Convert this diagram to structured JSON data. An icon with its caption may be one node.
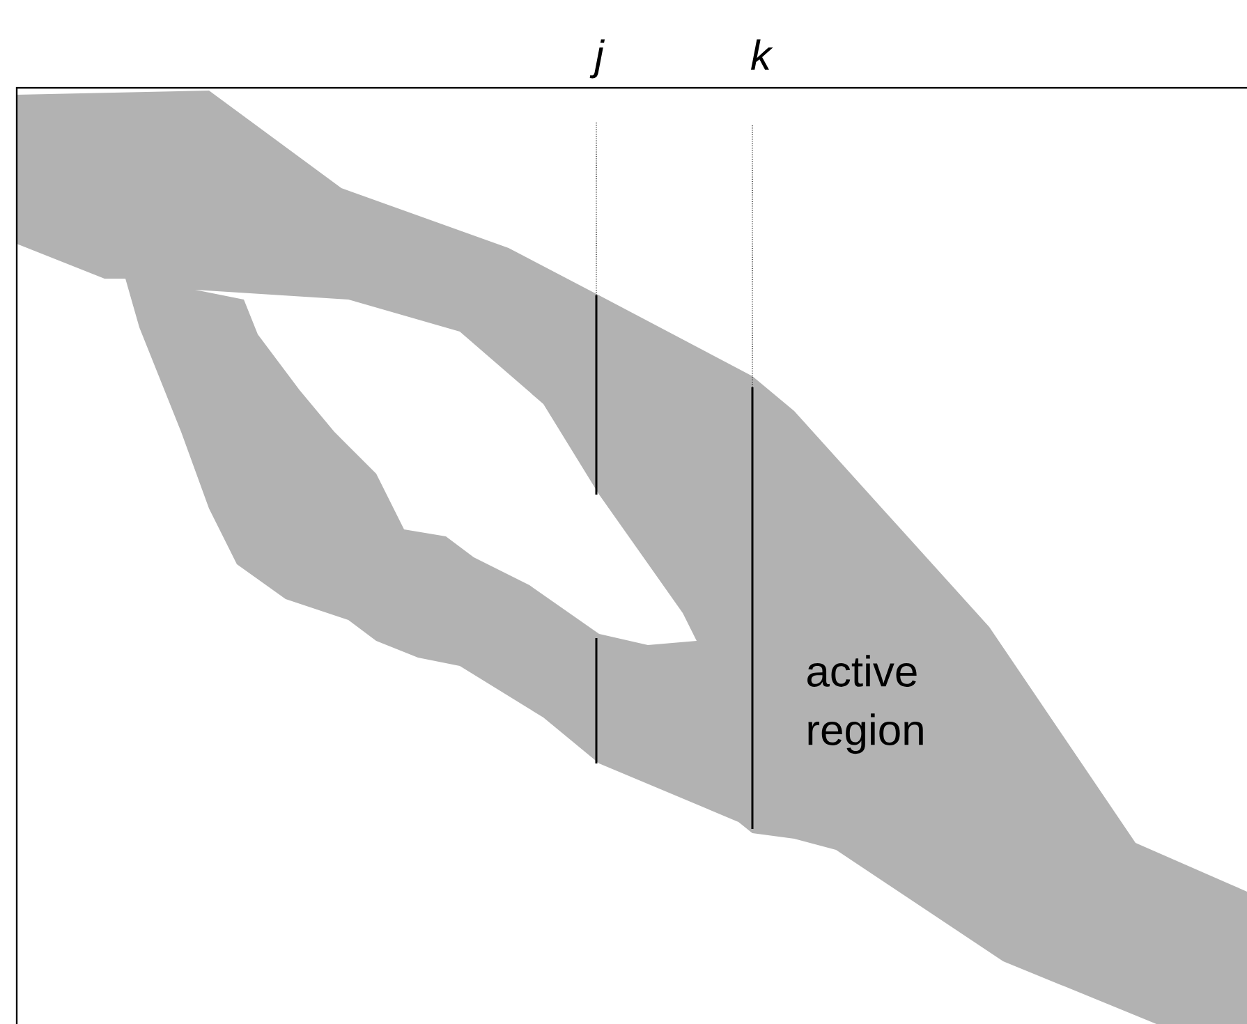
{
  "diagram": {
    "labels": [
      "j",
      "k",
      "active region"
    ]
  }
}
